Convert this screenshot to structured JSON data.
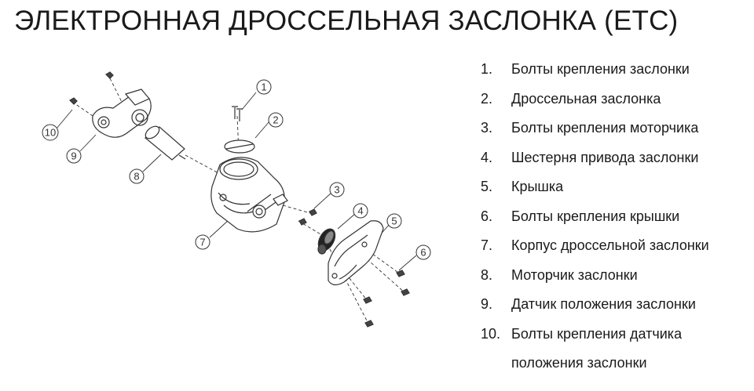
{
  "title": "ЭЛЕКТРОННАЯ ДРОССЕЛЬНАЯ ЗАСЛОНКА (ETC)",
  "legend": [
    {
      "num": "1.",
      "label": "Болты крепления заслонки"
    },
    {
      "num": "2.",
      "label": "Дроссельная заслонка"
    },
    {
      "num": "3.",
      "label": "Болты крепления моторчика"
    },
    {
      "num": "4.",
      "label": "Шестерня привода заслонки"
    },
    {
      "num": "5.",
      "label": "Крышка"
    },
    {
      "num": "6.",
      "label": "Болты крепления крышки"
    },
    {
      "num": "7.",
      "label": "Корпус дроссельной заслонки"
    },
    {
      "num": "8.",
      "label": "Моторчик заслонки"
    },
    {
      "num": "9.",
      "label": "Датчик положения заслонки"
    },
    {
      "num": "10.",
      "label": "Болты крепления датчика положения заслонки"
    }
  ],
  "callouts": [
    "1",
    "2",
    "3",
    "4",
    "5",
    "6",
    "7",
    "8",
    "9",
    "10"
  ],
  "colors": {
    "ink": "#333333",
    "text": "#1a1a1a",
    "background": "#ffffff"
  }
}
